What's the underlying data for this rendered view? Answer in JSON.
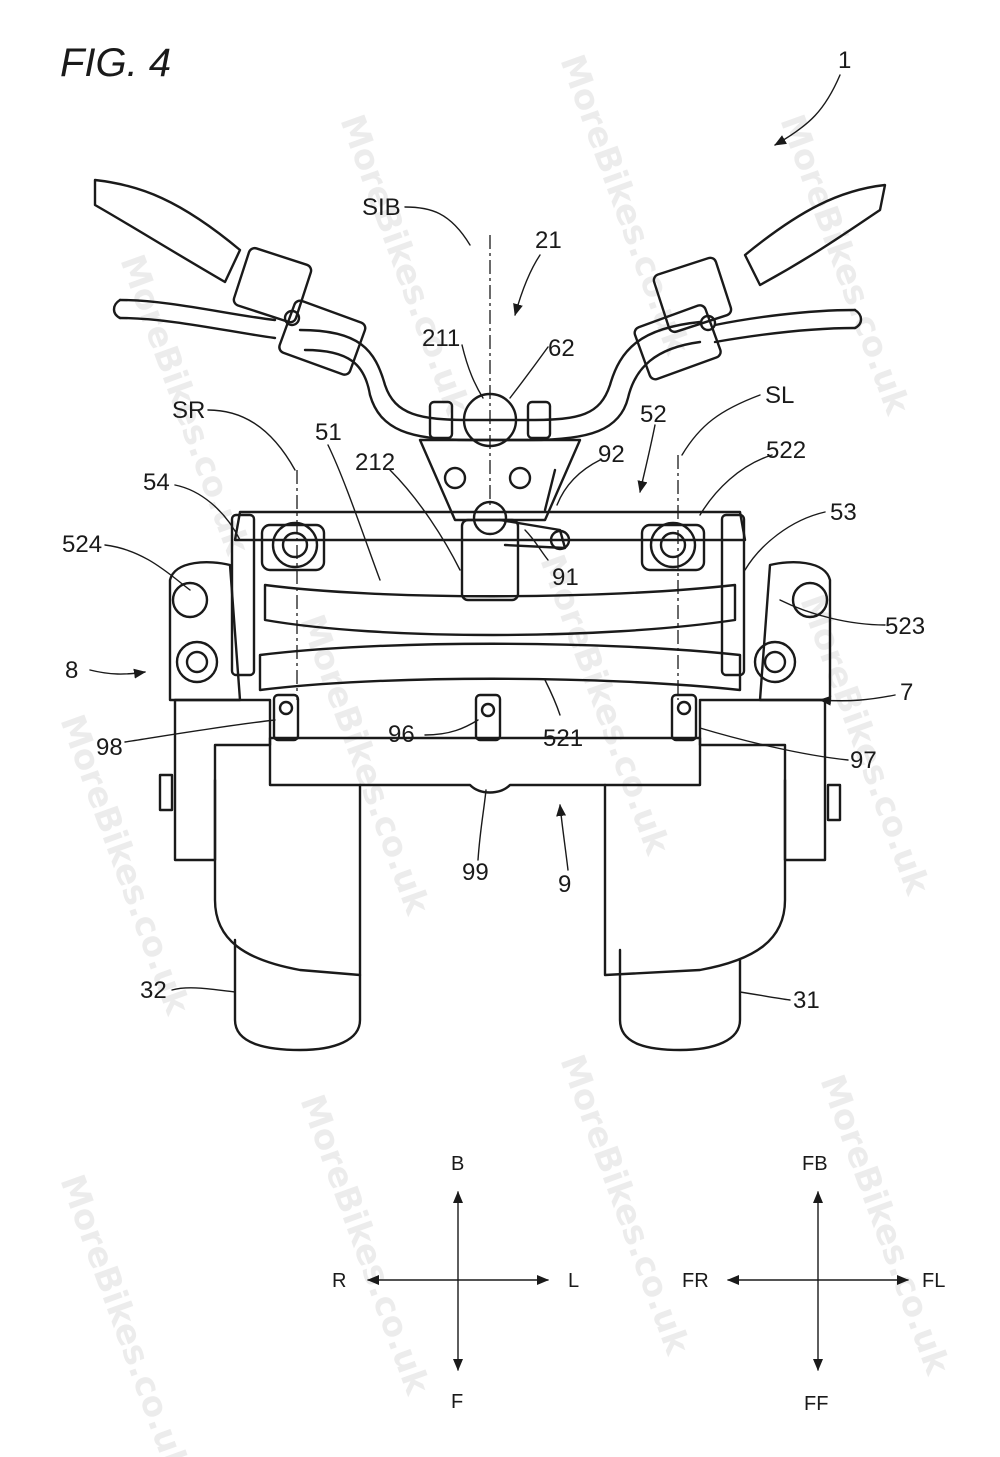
{
  "figure": {
    "title": "FIG. 4",
    "watermark": "MoreBikes.co.uk",
    "labels": {
      "l1": "1",
      "sib": "SIB",
      "l21": "21",
      "l211": "211",
      "l62": "62",
      "sr": "SR",
      "l51": "51",
      "l212": "212",
      "l52": "52",
      "sl": "SL",
      "l522": "522",
      "l92": "92",
      "l54": "54",
      "l53": "53",
      "l524": "524",
      "l91": "91",
      "l523": "523",
      "l8": "8",
      "l7": "7",
      "l98": "98",
      "l96": "96",
      "l521": "521",
      "l97": "97",
      "l99": "99",
      "l9": "9",
      "l32": "32",
      "l31": "31"
    },
    "axes_left": {
      "up": "B",
      "down": "F",
      "left": "R",
      "right": "L"
    },
    "axes_right": {
      "up": "FB",
      "down": "FF",
      "left": "FR",
      "right": "FL"
    }
  }
}
